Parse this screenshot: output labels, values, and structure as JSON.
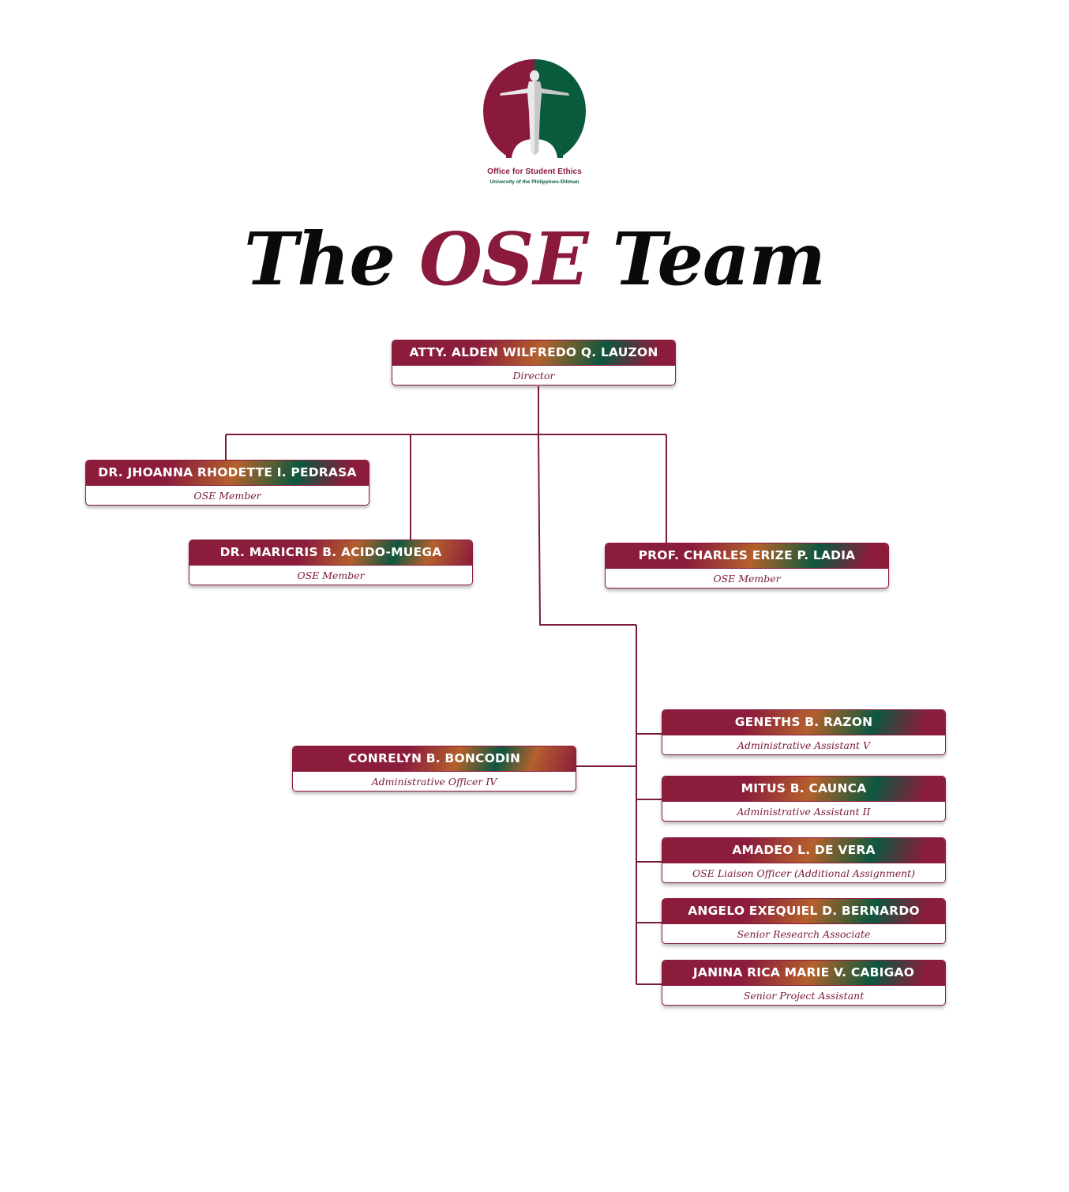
{
  "logo": {
    "line1": "Office for Student Ethics",
    "line2": "University of the Philippines-Diliman",
    "colors": {
      "maroon": "#8a1a3c",
      "green": "#0a5a3c"
    }
  },
  "title": {
    "part1": "The ",
    "accent": "OSE",
    "part2": " Team"
  },
  "org": {
    "director": {
      "name": "ATTY. ALDEN WILFREDO Q. LAUZON",
      "role": "Director"
    },
    "members": [
      {
        "name": "DR. JHOANNA RHODETTE I. PEDRASA",
        "role": "OSE Member"
      },
      {
        "name": "DR. MARICRIS B. ACIDO-MUEGA",
        "role": "OSE Member"
      },
      {
        "name": "PROF. CHARLES ERIZE P. LADIA",
        "role": "OSE Member"
      }
    ],
    "admin_officer": {
      "name": "CONRELYN B. BONCODIN",
      "role": "Administrative Officer IV"
    },
    "staff": [
      {
        "name": "GENETHS B. RAZON",
        "role": "Administrative Assistant V"
      },
      {
        "name": "MITUS B. CAUNCA",
        "role": "Administrative Assistant II"
      },
      {
        "name": "AMADEO L. DE VERA",
        "role": "OSE Liaison Officer (Additional Assignment)"
      },
      {
        "name": "ANGELO EXEQUIEL D. BERNARDO",
        "role": "Senior Research Associate"
      },
      {
        "name": "JANINA RICA MARIE V. CABIGAO",
        "role": "Senior Project Assistant"
      }
    ]
  },
  "colors": {
    "accent": "#8a1a3c",
    "green": "#0d573f",
    "orange": "#b4602d",
    "line": "#7a1a3c"
  }
}
